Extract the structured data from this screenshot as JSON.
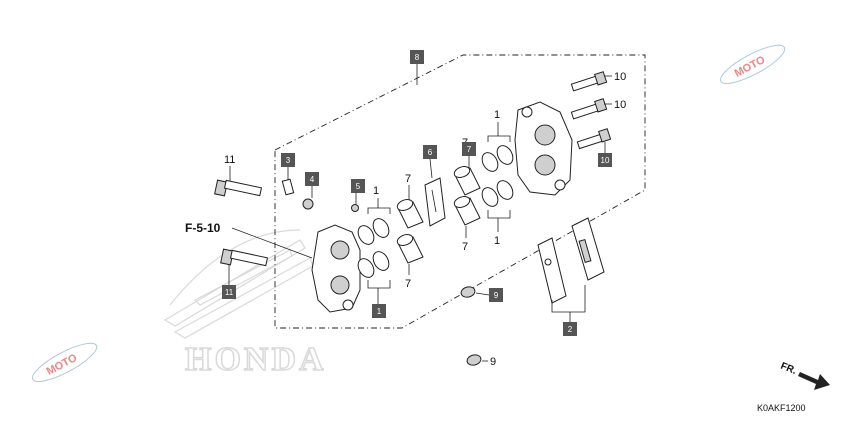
{
  "diagram": {
    "diagram_code": "K0AKF1200",
    "reference_label": "F-5-10",
    "direction_label": "FR.",
    "brand_watermark": "HONDA",
    "site_watermark": "MOTO",
    "callouts": {
      "c8": "8",
      "c10a": "10",
      "c10b": "10",
      "c10c": "10",
      "c11a": "11",
      "c11b": "11",
      "c3": "3",
      "c4": "4",
      "c5": "5",
      "c6": "6",
      "c7a": "7",
      "c7b": "7",
      "c7c": "7",
      "c7d": "7",
      "c7e": "7",
      "c1a": "1",
      "c1b": "1",
      "c1c": "1",
      "c1d": "1",
      "c9a": "9",
      "c9b": "9",
      "c2": "2"
    },
    "colors": {
      "boxed_callout": "#555555",
      "watermark": "#bbbbbb",
      "moto_accent": "#e66666"
    }
  }
}
